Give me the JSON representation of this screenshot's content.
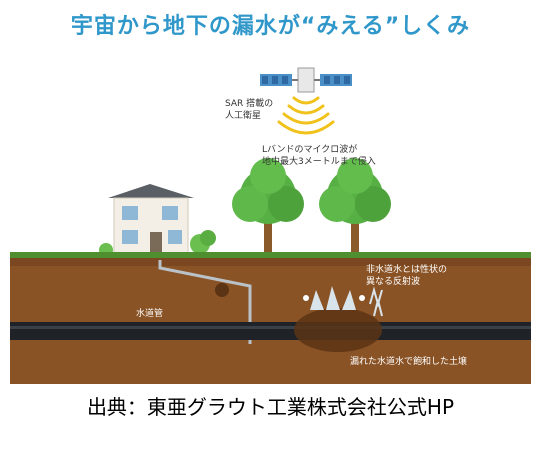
{
  "title": "宇宙から地下の漏水が“みえる”しくみ",
  "labels": {
    "satellite_line1": "SAR 搭載の",
    "satellite_line2": "人工衛星",
    "wave_line1": "Lバンドのマイクロ波が",
    "wave_line2": "地中最大3メートルまで侵入",
    "pipe": "水道管",
    "reflection_line1": "非水道水とは性状の",
    "reflection_line2": "異なる反射波",
    "soil": "漏れた水道水で飽和した土壌"
  },
  "caption": "出典：東亜グラウト工業株式会社公式HP",
  "colors": {
    "title": "#2f97c9",
    "soil": "#8a5326",
    "grass": "#4f8f2f",
    "pipe": "#1f2328",
    "wave": "#f1c21b",
    "tree": "#56b043"
  }
}
